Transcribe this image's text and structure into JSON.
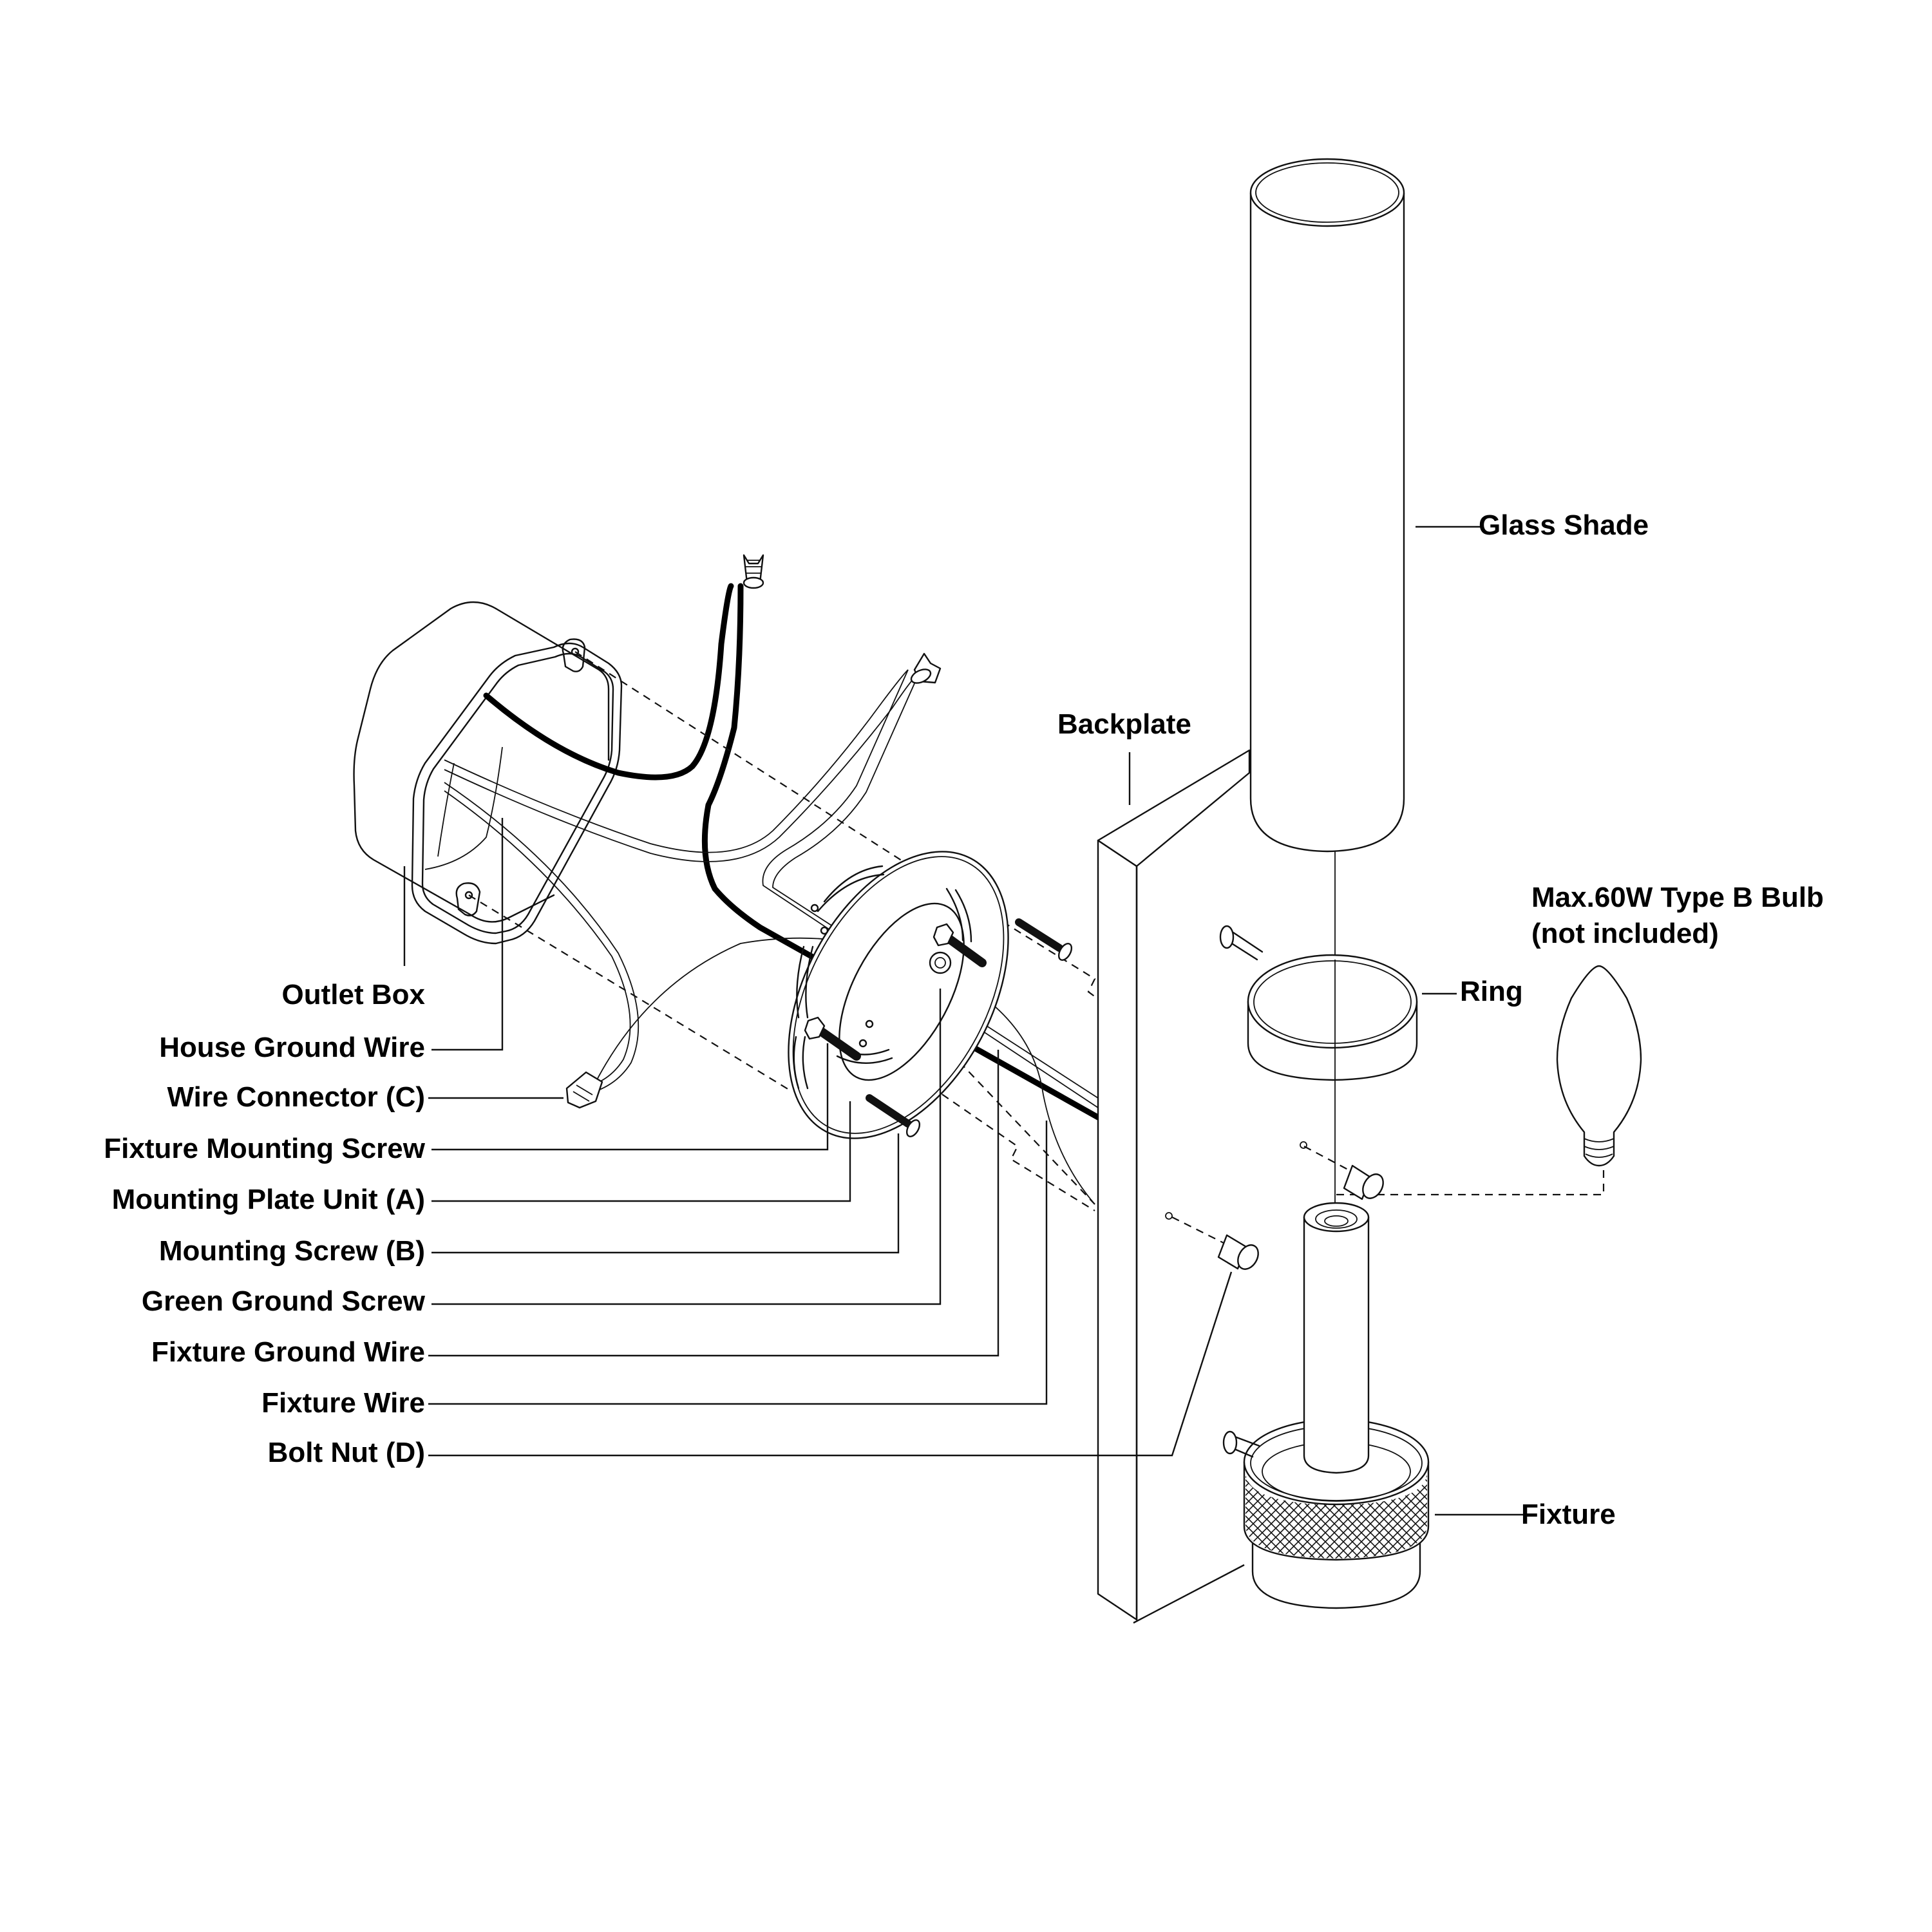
{
  "diagram": {
    "title": "Wall sconce exploded installation diagram",
    "labels": {
      "outlet_box": "Outlet Box",
      "house_ground_wire": "House Ground Wire",
      "wire_connector": "Wire Connector (C)",
      "fixture_mounting_screw": "Fixture Mounting Screw",
      "mounting_plate_unit": "Mounting Plate Unit (A)",
      "mounting_screw": "Mounting Screw (B)",
      "green_ground_screw": "Green Ground Screw",
      "fixture_ground_wire": "Fixture Ground Wire",
      "fixture_wire": "Fixture Wire",
      "bolt_nut": "Bolt Nut (D)",
      "backplate": "Backplate",
      "glass_shade": "Glass Shade",
      "ring": "Ring",
      "fixture": "Fixture",
      "bulb_line1": "Max.60W Type B Bulb",
      "bulb_line2": "(not included)"
    },
    "colors": {
      "line": "#111111",
      "background": "#ffffff"
    }
  }
}
